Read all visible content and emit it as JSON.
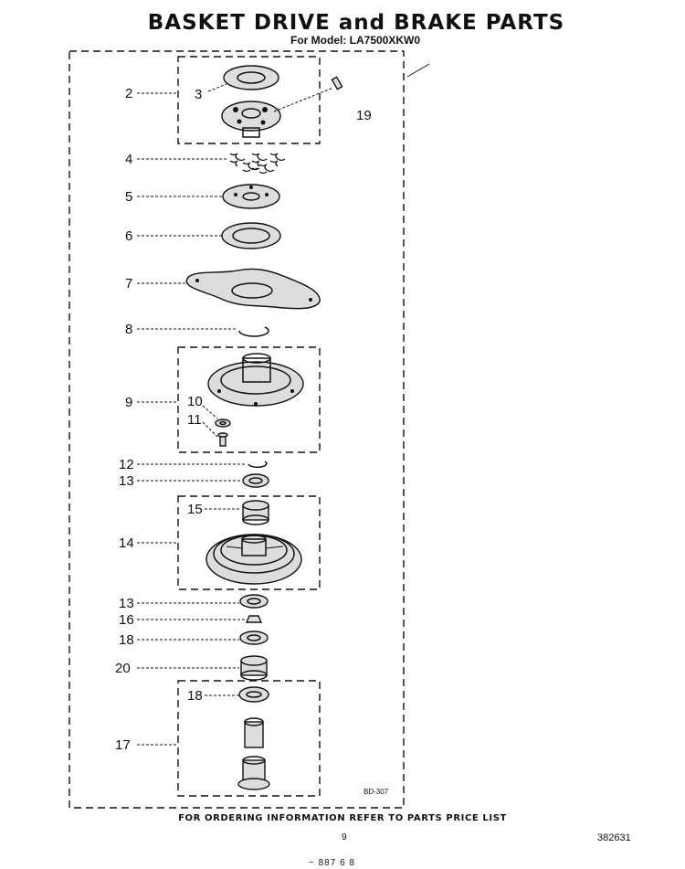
{
  "title": "BASKET DRIVE and BRAKE PARTS",
  "subtitle": "For Model: LA7500XKW0",
  "footer": "FOR ORDERING INFORMATION REFER TO PARTS PRICE LIST",
  "page_number": "9",
  "document_code": "382631",
  "diagram_code": "BD-307",
  "scan_mark": "~ 887 6 8",
  "callouts": {
    "c2": "2",
    "c3": "3",
    "c19": "19",
    "c4": "4",
    "c5": "5",
    "c6": "6",
    "c7": "7",
    "c8": "8",
    "c9": "9",
    "c10": "10",
    "c11": "11",
    "c12": "12",
    "c13a": "13",
    "c15": "15",
    "c14": "14",
    "c13b": "13",
    "c16": "16",
    "c18a": "18",
    "c20": "20",
    "c18b": "18",
    "c17": "17"
  }
}
